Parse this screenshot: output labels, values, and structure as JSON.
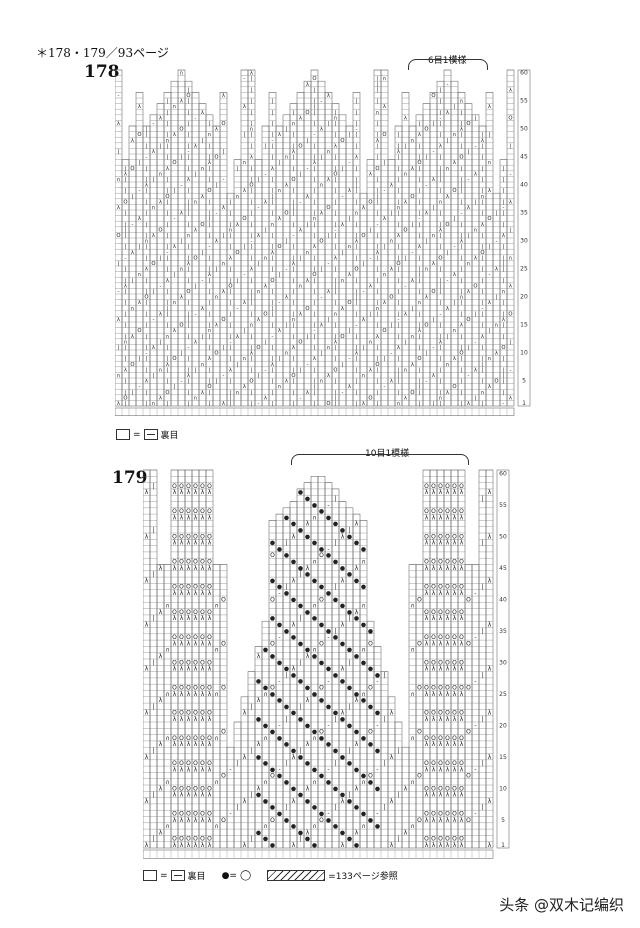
{
  "header": "＊178・179／93ページ",
  "chart178": {
    "number": "178",
    "repeat_label": "6目1模様",
    "row_labels": [
      "60",
      "55",
      "50",
      "45",
      "40",
      "35",
      "30",
      "25",
      "20",
      "15",
      "10",
      "5",
      "1"
    ],
    "legend_eq": "=",
    "legend_text": "裏目"
  },
  "chart179": {
    "number": "179",
    "repeat_label": "10目1模様",
    "row_labels": [
      "60",
      "55",
      "50",
      "45",
      "40",
      "35",
      "30",
      "25",
      "20",
      "15",
      "10",
      "5",
      "1"
    ],
    "legend_eq": "=",
    "legend_text1": "裏目",
    "legend_text2": "●=",
    "legend_text3": "=133ページ参照"
  },
  "watermark": "头条 @双木记编织",
  "colors": {
    "ink": "#222222",
    "grid": "#555555",
    "paper": "#ffffff"
  }
}
